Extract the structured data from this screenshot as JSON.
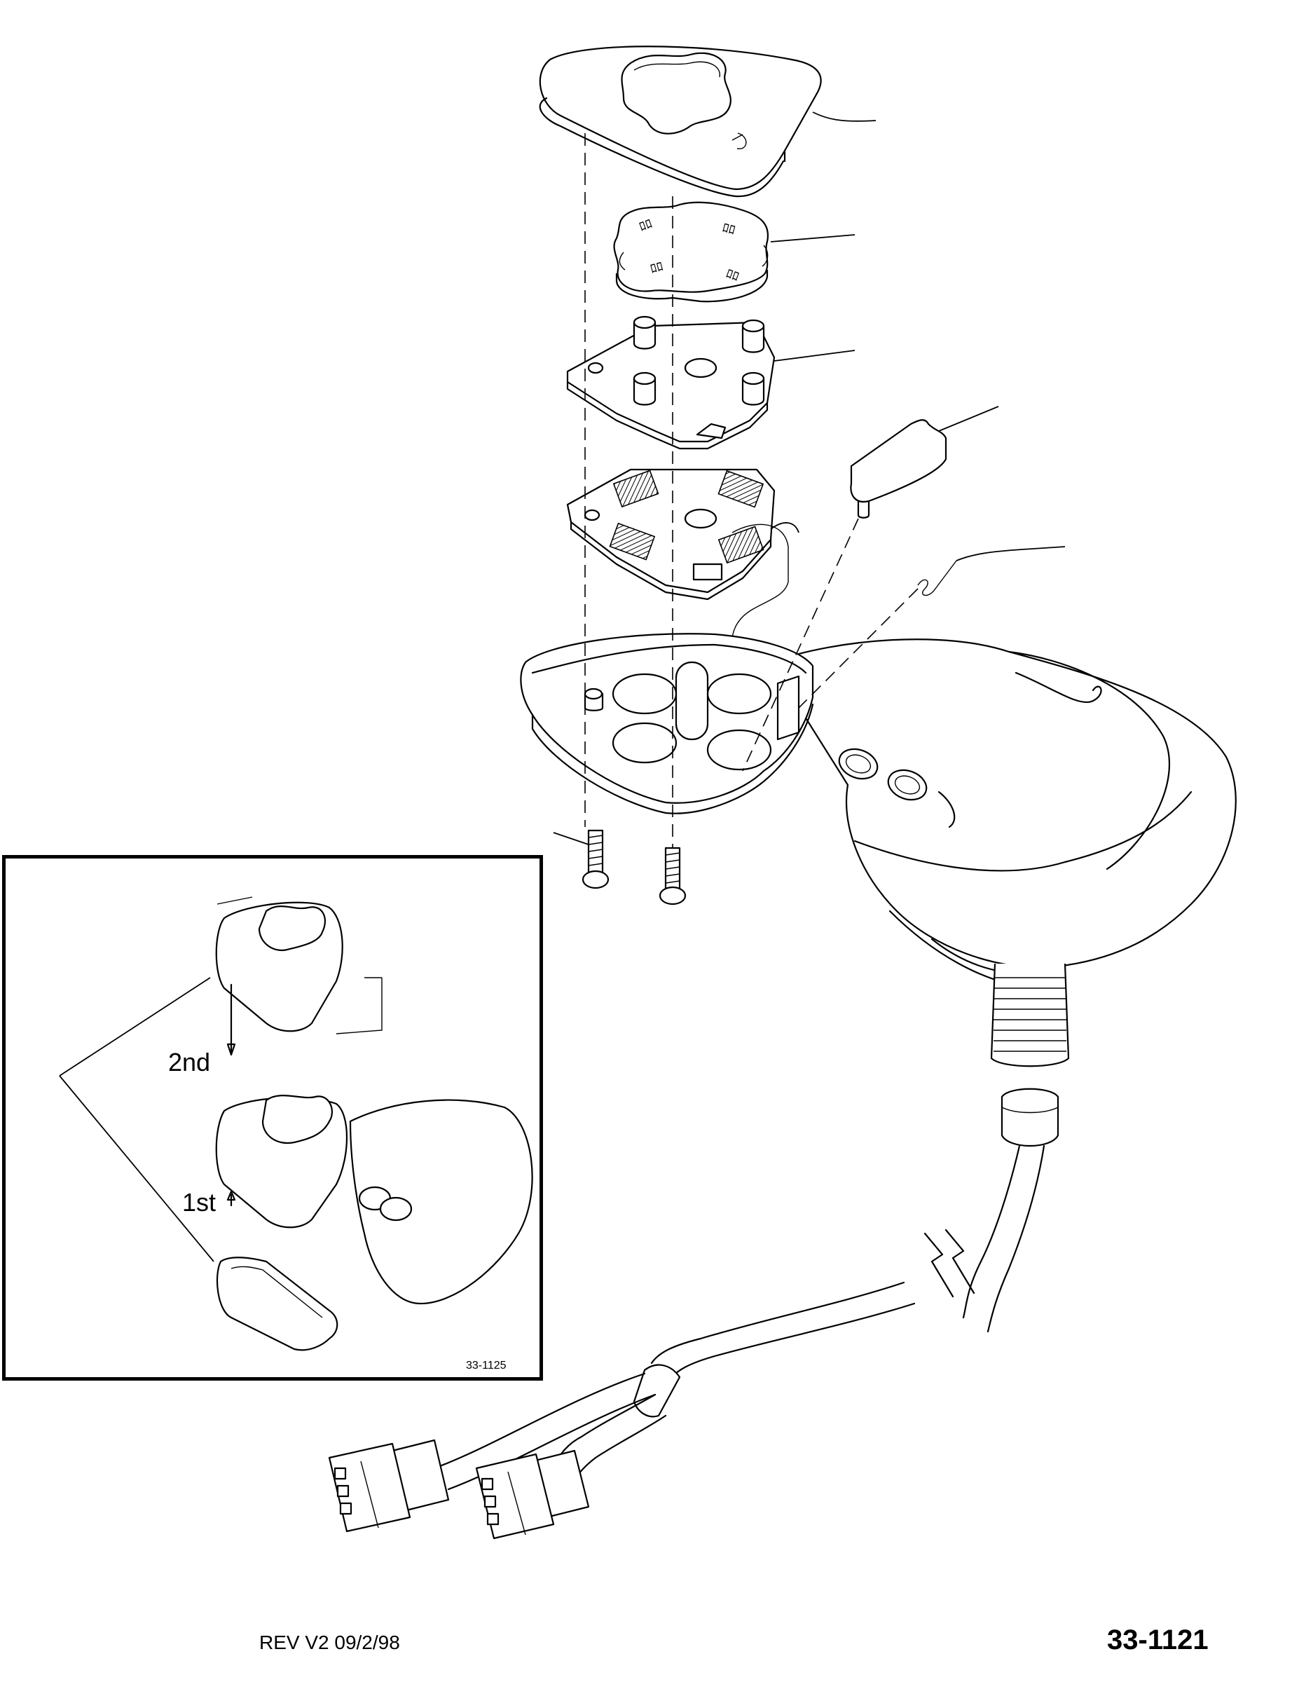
{
  "drawing": {
    "inset": {
      "step_second_label": "2nd",
      "step_first_label": "1st",
      "inset_figure_number": "33-1125"
    },
    "footer": {
      "revision": "REV V2 09/2/98",
      "figure_number": "33-1121"
    }
  }
}
